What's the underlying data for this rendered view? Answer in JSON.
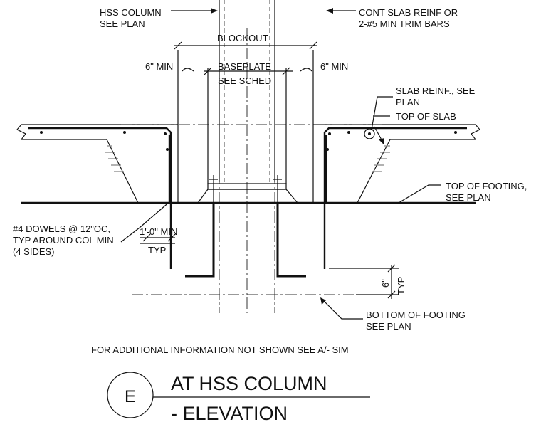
{
  "callouts": {
    "hss_column_1": "HSS COLUMN",
    "hss_column_2": "SEE PLAN",
    "cont_slab_1": "CONT SLAB REINF OR",
    "cont_slab_2": "2-#5 MIN TRIM BARS",
    "blockout": "BLOCKOUT",
    "six_min_left": "6\" MIN",
    "six_min_right": "6\" MIN",
    "baseplate_1": "BASEPLATE",
    "baseplate_2": "SEE SCHED",
    "slab_reinf_1": "SLAB REINF., SEE",
    "slab_reinf_2": "PLAN",
    "top_of_slab": "TOP OF SLAB",
    "top_of_footing_1": "TOP OF FOOTING,",
    "top_of_footing_2": "SEE PLAN",
    "dowels_1": "#4 DOWELS @ 12\"OC,",
    "dowels_2": "TYP AROUND COL MIN",
    "dowels_3": "(4 SIDES)",
    "one_ft_min": "1'-0\" MIN",
    "typ_left": "TYP",
    "six_inch": "6\"",
    "typ_right": "TYP",
    "bottom_of_footing_1": "BOTTOM OF FOOTING",
    "bottom_of_footing_2": "SEE PLAN"
  },
  "note": "FOR ADDITIONAL INFORMATION NOT SHOWN SEE A/- SIM",
  "title_block": {
    "bubble_letter": "E",
    "title_line1": "AT HSS COLUMN",
    "title_line2": "- ELEVATION"
  }
}
